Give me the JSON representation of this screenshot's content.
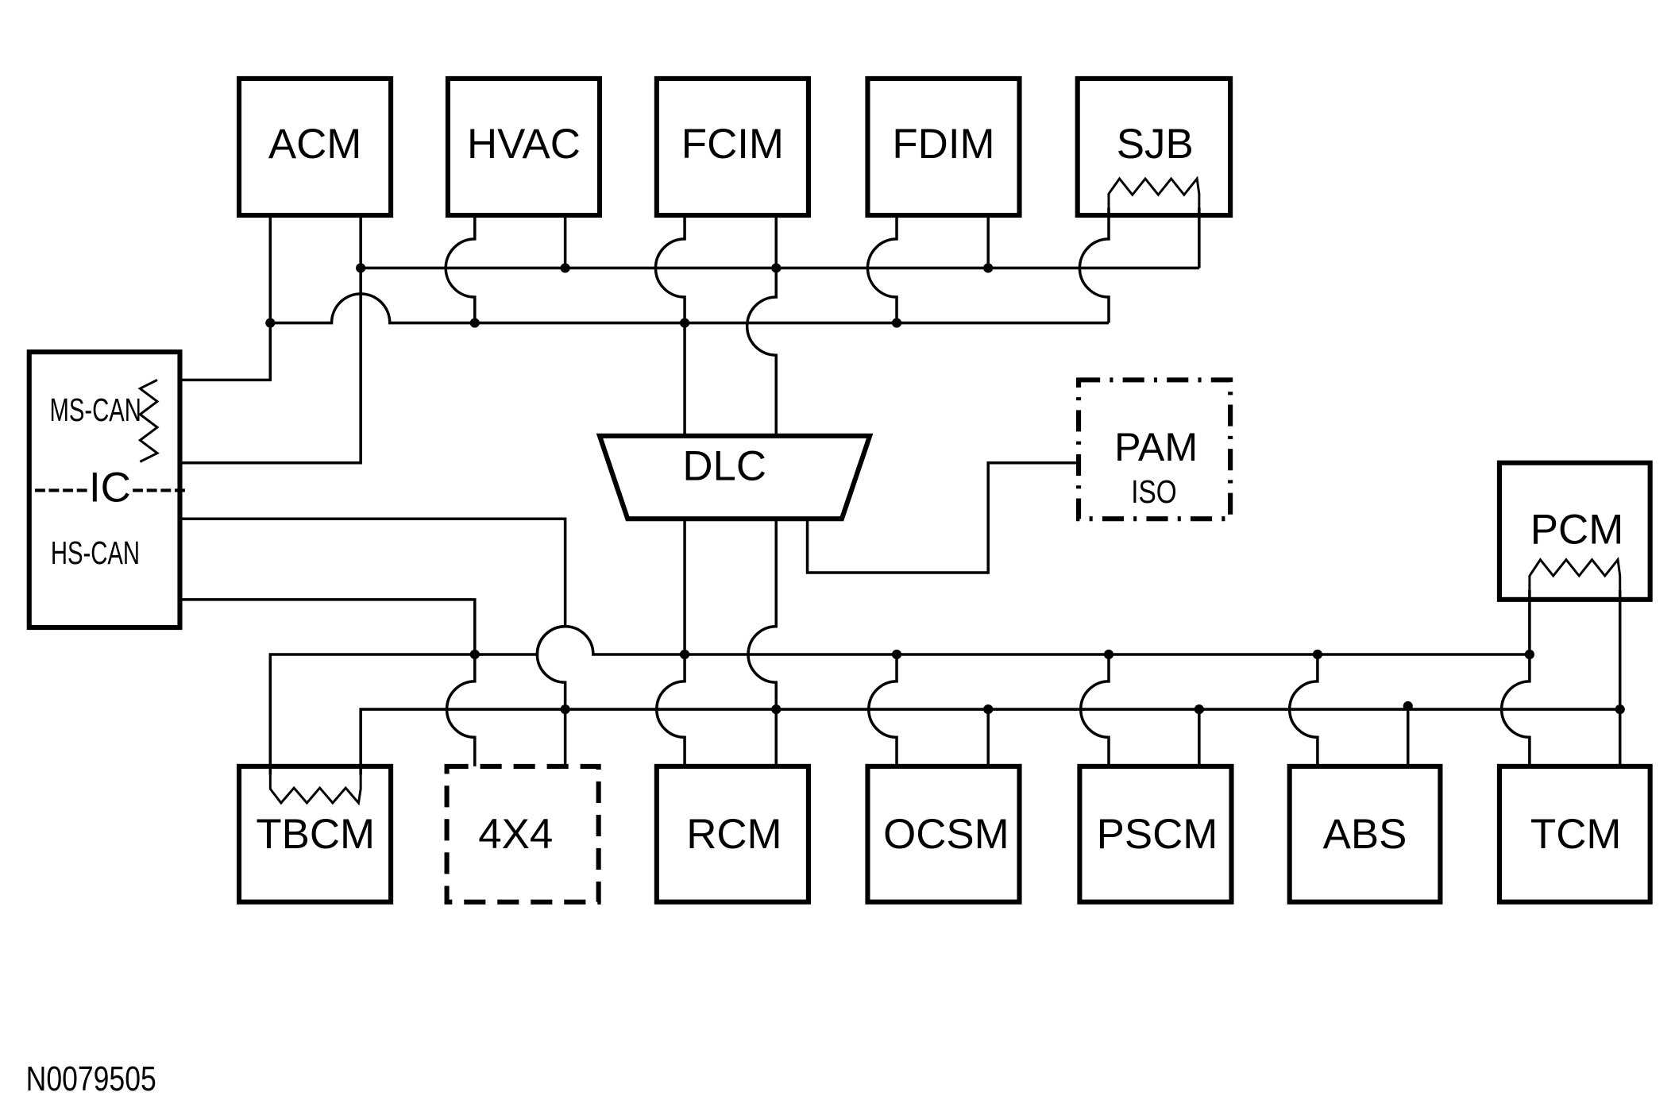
{
  "modules": {
    "acm": "ACM",
    "hvac": "HVAC",
    "fcim": "FCIM",
    "fdim": "FDIM",
    "sjb": "SJB",
    "pam": "PAM",
    "pam_sub": "ISO",
    "dlc": "DLC",
    "pcm": "PCM",
    "tbcm": "TBCM",
    "x4x4": "4X4",
    "rcm": "RCM",
    "ocsm": "OCSM",
    "pscm": "PSCM",
    "abs": "ABS",
    "tcm": "TCM"
  },
  "ic": {
    "ms_can": "MS-CAN",
    "label": "----IC----",
    "hs_can": "HS-CAN"
  },
  "figure_id": "N0079505"
}
